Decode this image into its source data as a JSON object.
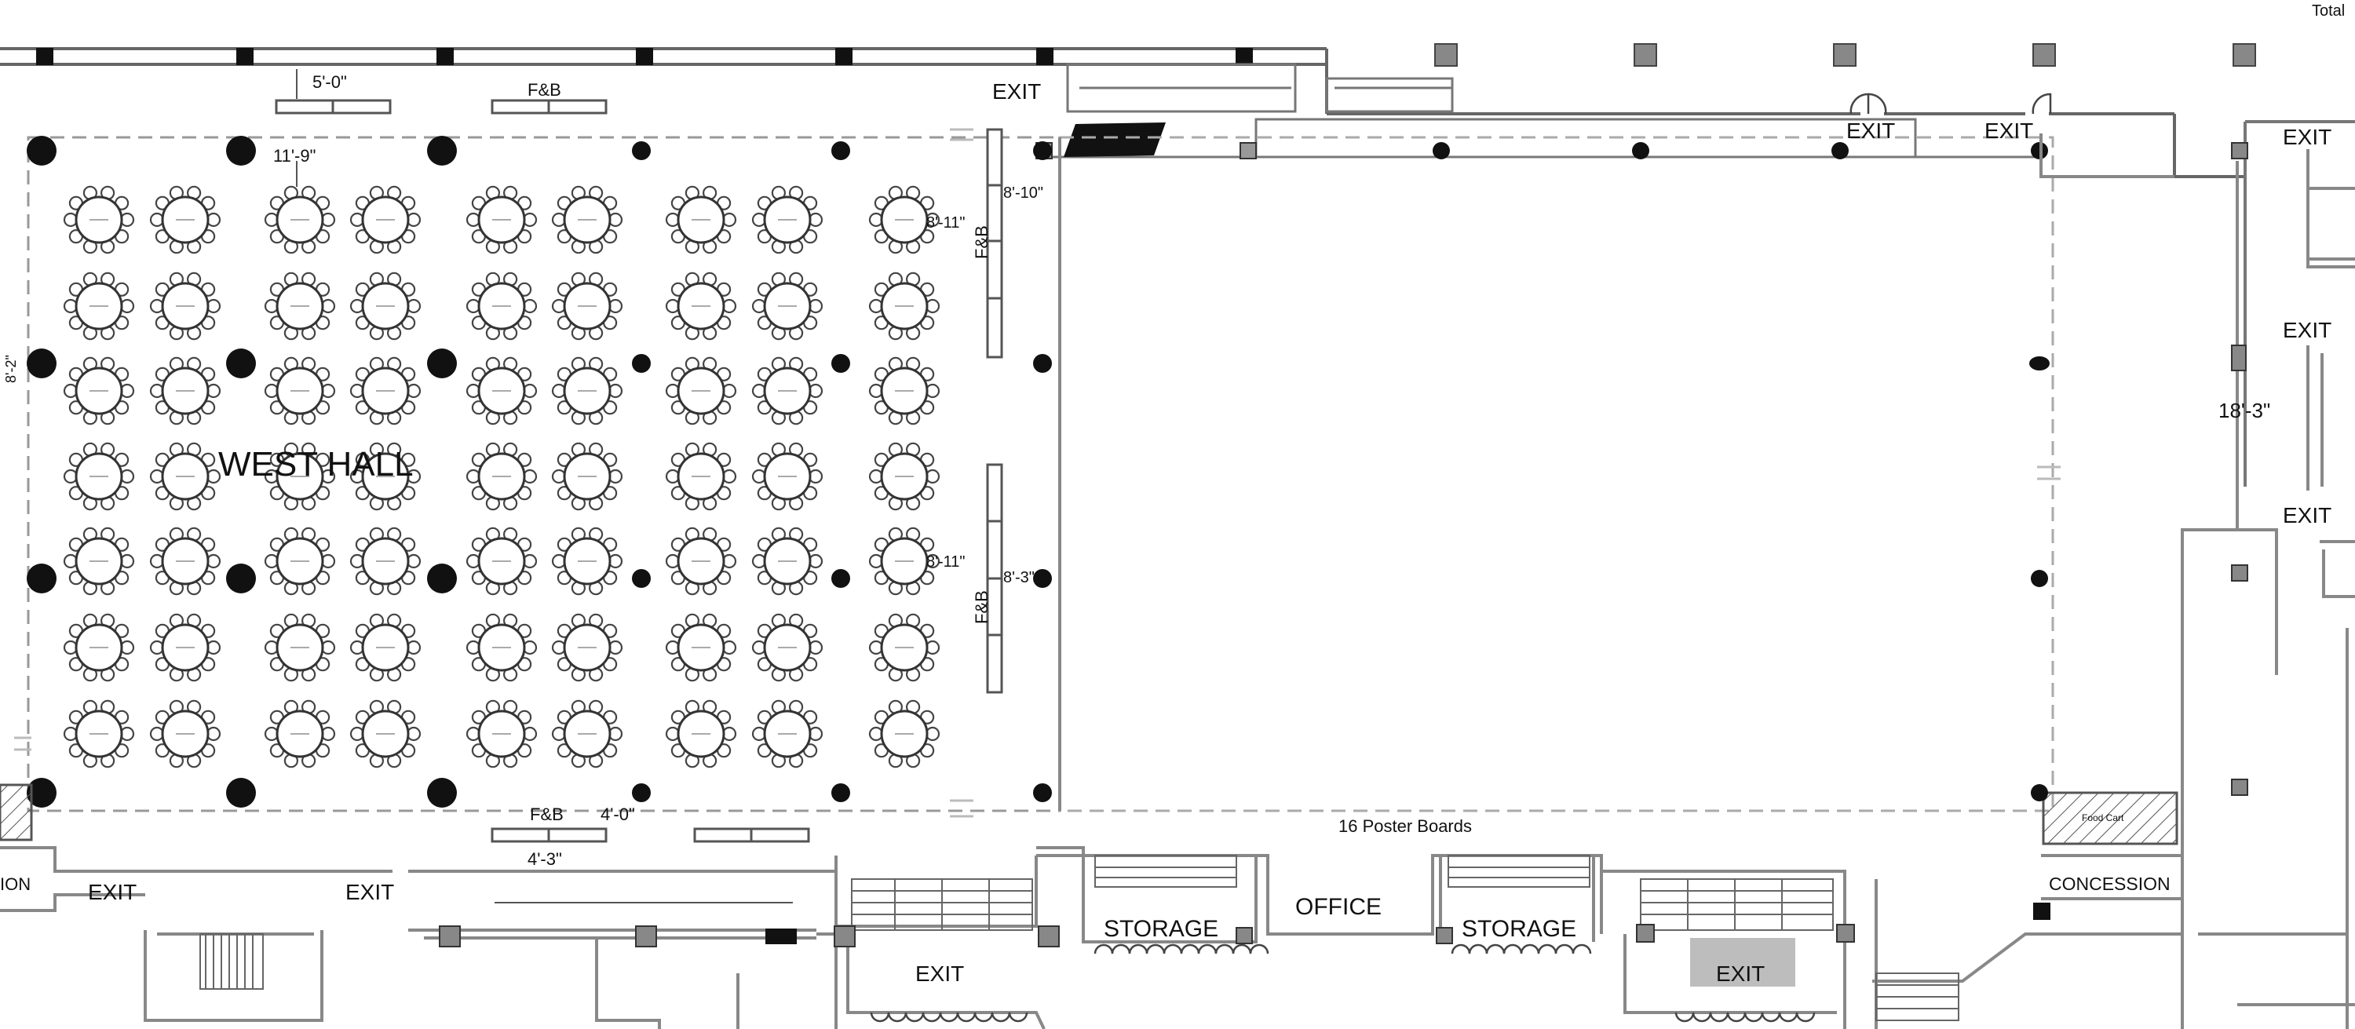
{
  "plan": {
    "room_name": "WEST HALL",
    "top_right_text": "Total",
    "poster_note": "16 Poster Boards",
    "office_label": "OFFICE",
    "storage_label": "STORAGE",
    "concession_label": "CONCESSION",
    "concession_cut_label": "ION",
    "exit_label": "EXIT",
    "fb_label": "F&B",
    "hatch_label": "Food Cart"
  },
  "dimensions": {
    "top_table_width": "5'-0\"",
    "column_offset": "11'-9\"",
    "fb_right_top": "8'-10\"",
    "fb_right_gap_top": "8'-11\"",
    "fb_right_gap_bottom": "8'-11\"",
    "fb_right_bottom_small": "8'-3\"",
    "bottom_fb_offset": "4'-0\"",
    "bottom_fb_width": "4'-3\"",
    "right_corridor": "18'-3\"",
    "left_edge_cut": "8'-2\""
  },
  "seating": {
    "round_tables": 63,
    "chairs_per_table": 10
  }
}
